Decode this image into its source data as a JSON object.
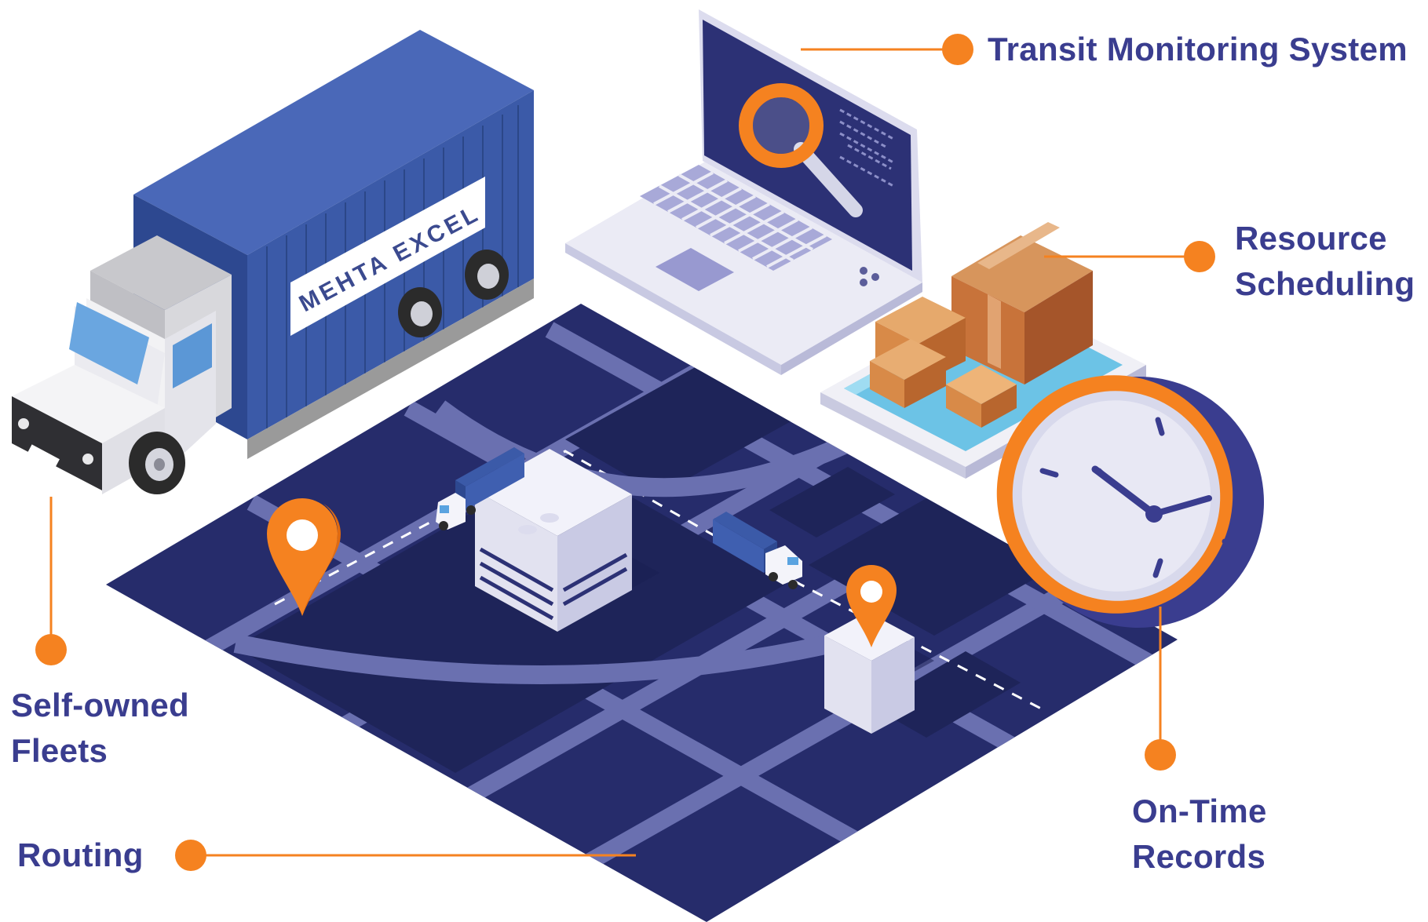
{
  "colors": {
    "accent": "#f58220",
    "label_text": "#3a3d8f",
    "map_dark": "#262c6b",
    "map_block": "#1e2459",
    "map_road": "#6a70b0",
    "truck_blue": "#3b5aa8",
    "laptop_screen": "#2c3175",
    "box_brown": "#c8733a"
  },
  "truck": {
    "brand_text": "MEHTA EXCEL"
  },
  "labels": {
    "transit": {
      "text": "Transit Monitoring System",
      "icon": "laptop-magnifier-icon"
    },
    "resource": {
      "line1": "Resource",
      "line2": "Scheduling",
      "icon": "boxes-on-tablet-icon"
    },
    "fleets": {
      "line1": "Self-owned",
      "line2": "Fleets",
      "icon": "truck-icon"
    },
    "routing": {
      "text": "Routing",
      "icon": "city-map-icon"
    },
    "ontime": {
      "line1": "On-Time",
      "line2": "Records",
      "icon": "clock-icon"
    }
  }
}
